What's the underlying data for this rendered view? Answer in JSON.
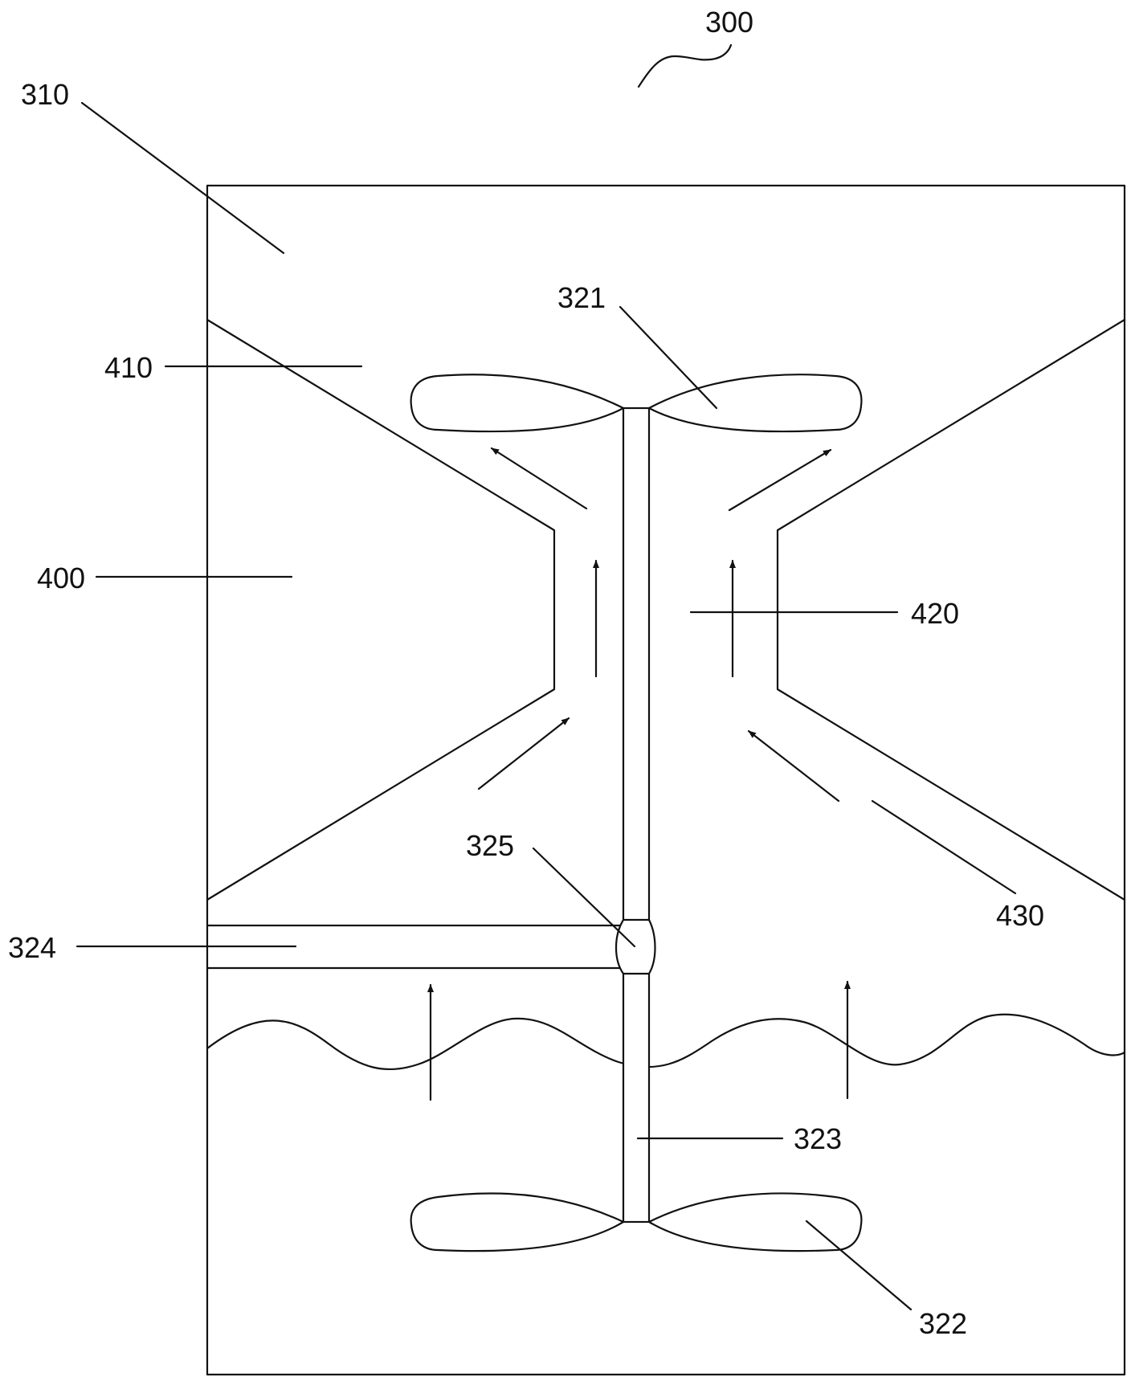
{
  "figure": {
    "labels": {
      "l300": "300",
      "l310": "310",
      "l321": "321",
      "l410": "410",
      "l400": "400",
      "l420": "420",
      "l325": "325",
      "l430": "430",
      "l324": "324",
      "l323": "323",
      "l322": "322"
    },
    "colors": {
      "line": "#111111",
      "background": "#ffffff"
    }
  }
}
